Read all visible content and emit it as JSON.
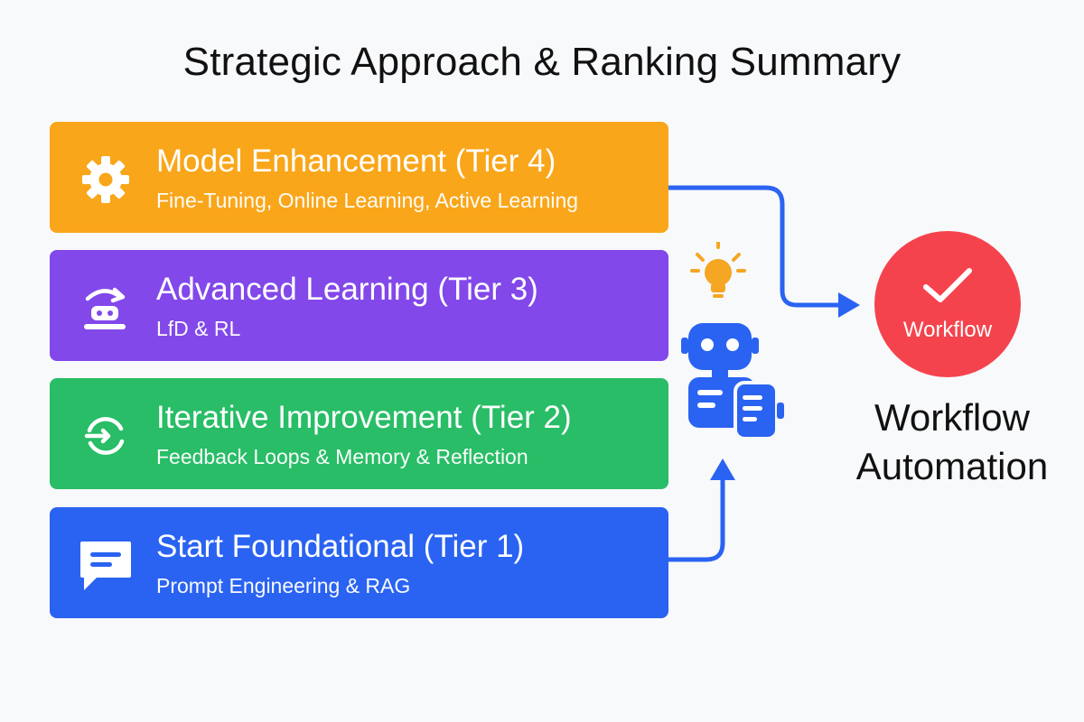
{
  "title": "Strategic Approach & Ranking Summary",
  "colors": {
    "tier4": "#f9a61a",
    "tier3": "#8248ea",
    "tier2": "#28bd66",
    "tier1": "#2a63f2",
    "arrow": "#2a63f2",
    "goal": "#f5434d",
    "bulb": "#f5a622"
  },
  "tiers": [
    {
      "id": "tier4",
      "title": "Model Enhancement (Tier 4)",
      "subtitle": "Fine-Tuning, Online Learning, Active Learning",
      "icon": "gear-icon"
    },
    {
      "id": "tier3",
      "title": "Advanced Learning (Tier 3)",
      "subtitle": "LfD & RL",
      "icon": "demonstration-icon"
    },
    {
      "id": "tier2",
      "title": "Iterative Improvement (Tier 2)",
      "subtitle": "Feedback Loops & Memory & Reflection",
      "icon": "cycle-icon"
    },
    {
      "id": "tier1",
      "title": "Start Foundational (Tier 1)",
      "subtitle": "Prompt Engineering & RAG",
      "icon": "chat-icon"
    }
  ],
  "goal": {
    "badge_label": "Workflow",
    "label_line1": "Workflow",
    "label_line2": "Automation",
    "icon": "checkmark-icon"
  },
  "center": {
    "icon": "robot-icon",
    "accent_icon": "lightbulb-icon"
  }
}
